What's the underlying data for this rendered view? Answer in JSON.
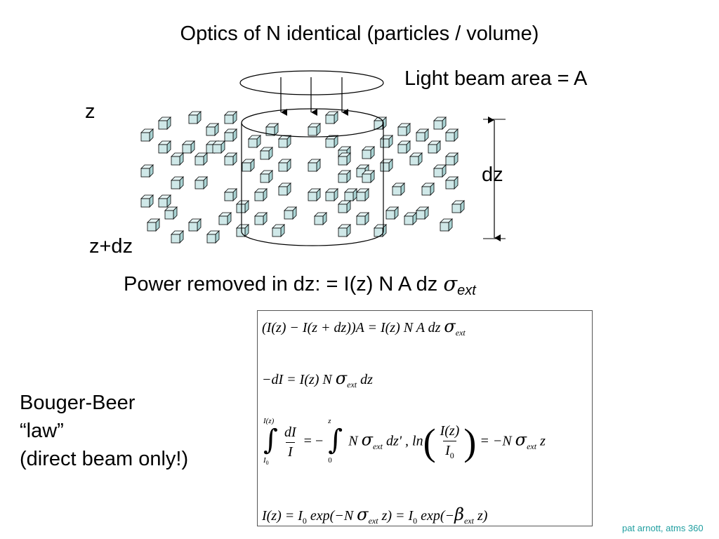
{
  "slide": {
    "title": "Optics of N identical (particles / volume)",
    "beam_label": "Light beam area = A",
    "z_label": "z",
    "dz_label": "dz",
    "zdz_label": "z+dz",
    "power": {
      "text": "Power removed in dz: = I(z) N A dz ",
      "sigma": "σ",
      "sub": "ext"
    },
    "bouger": {
      "line1": "Bouger-Beer",
      "line2": "“law”",
      "line3": "(direct beam only!)"
    },
    "footer": "pat arnott, atms 360"
  },
  "equations": {
    "eq1": {
      "left": "(I(z) − I(z + dz))A = I(z)  N  A  dz  ",
      "sigma": "σ",
      "sub": "ext"
    },
    "eq2": {
      "left": "−dI = I(z)  N  ",
      "sigma": "σ",
      "sub": "ext",
      "right": "  dz"
    },
    "eq3": {
      "int1_upper": "I(z)",
      "int1_lower": "I",
      "int1_lower_sub": "0",
      "frac1_num": "dI",
      "frac1_den": "I",
      "mid": " = − ",
      "int2_upper": "z",
      "int2_lower": "0",
      "n": " N  ",
      "sigma": "σ",
      "sub": "ext",
      "dz": "  dz' ,  ln",
      "frac2_num": "I(z)",
      "frac2_den": "I",
      "frac2_den_sub": "0",
      "rhs": " = −N  ",
      "rhs_sigma": "σ",
      "rhs_sub": "ext",
      "rhs_z": "  z"
    },
    "eq4": {
      "a": "I(z) = I",
      "a_sub": "0",
      "b": " exp(−N  ",
      "sigma": "σ",
      "sigma_sub": "ext",
      "c": "  z) = I",
      "c_sub": "0",
      "d": " exp(−",
      "beta": "β",
      "beta_sub": "ext",
      "e": "  z)"
    }
  },
  "colors": {
    "cube_face": "#cfe8e8",
    "cube_top": "#e6f4f4",
    "cube_side": "#a9d3d3",
    "footer": "#1f9ea0"
  }
}
